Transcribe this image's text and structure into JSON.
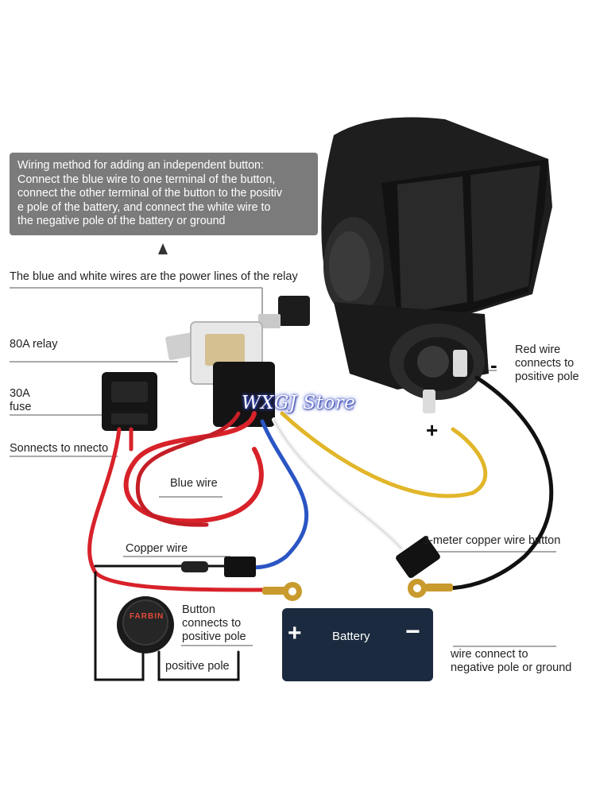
{
  "callout": {
    "lines": [
      "Wiring method for adding an independent button:",
      "Connect the blue wire to one terminal of the button,",
      "connect the other terminal of the button to the positiv",
      "e pole of the battery, and connect the white wire to",
      "the negative pole of the battery or ground"
    ]
  },
  "labels": {
    "power_lines": "The blue and white wires are the power lines of the relay",
    "relay": "80A relay",
    "fuse_1": "30A",
    "fuse_2": "fuse",
    "connects": "Sonnects to nnecto",
    "blue_wire": "Blue wire",
    "copper_wire": "Copper wire",
    "red_wire_1": "Red wire",
    "red_wire_2": "connects to",
    "red_wire_3": "positive pole",
    "copper_button": "3-meter copper wire button",
    "button_1": "Button",
    "button_2": "connects to",
    "button_3": "positive pole",
    "positive_pole": "positive pole",
    "ground_1": "wire connect to",
    "ground_2": "negative pole or ground"
  },
  "battery": {
    "label": "Battery",
    "plus": "+",
    "minus": "−"
  },
  "horn": {
    "plus": "+",
    "minus": "-"
  },
  "button_brand": "FARBIN",
  "watermark": "WXGJ Store",
  "colors": {
    "callout_bg": "#7b7b7b",
    "red_wire": "#d8222a",
    "blue_wire": "#2a55c4",
    "yellow_wire": "#e2b62a",
    "white_wire": "#f2f2f2",
    "black_wire": "#111111",
    "battery": "#1b2a3e"
  }
}
